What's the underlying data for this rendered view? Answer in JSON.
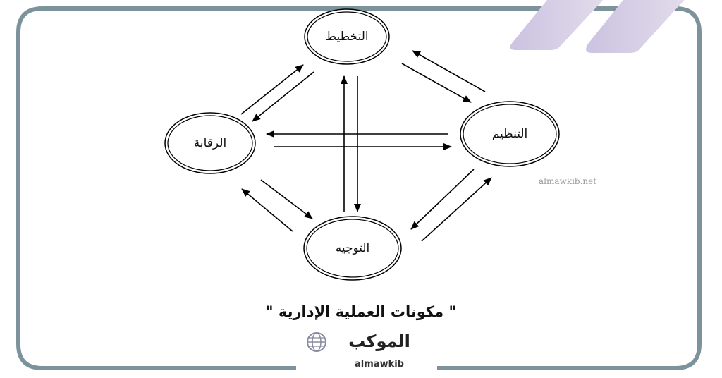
{
  "diagram": {
    "nodes": {
      "planning": "التخطيط",
      "organizing": "التنظيم",
      "control": "الرقابة",
      "directing": "التوجيه"
    },
    "caption": "\" مكونات العملية الإدارية \""
  },
  "watermark": "almawkib.net",
  "logo": {
    "arabic": "الموكب",
    "latin": "almawkib"
  },
  "colors": {
    "frame": "#7d939c",
    "decor": "#d4cde6"
  }
}
